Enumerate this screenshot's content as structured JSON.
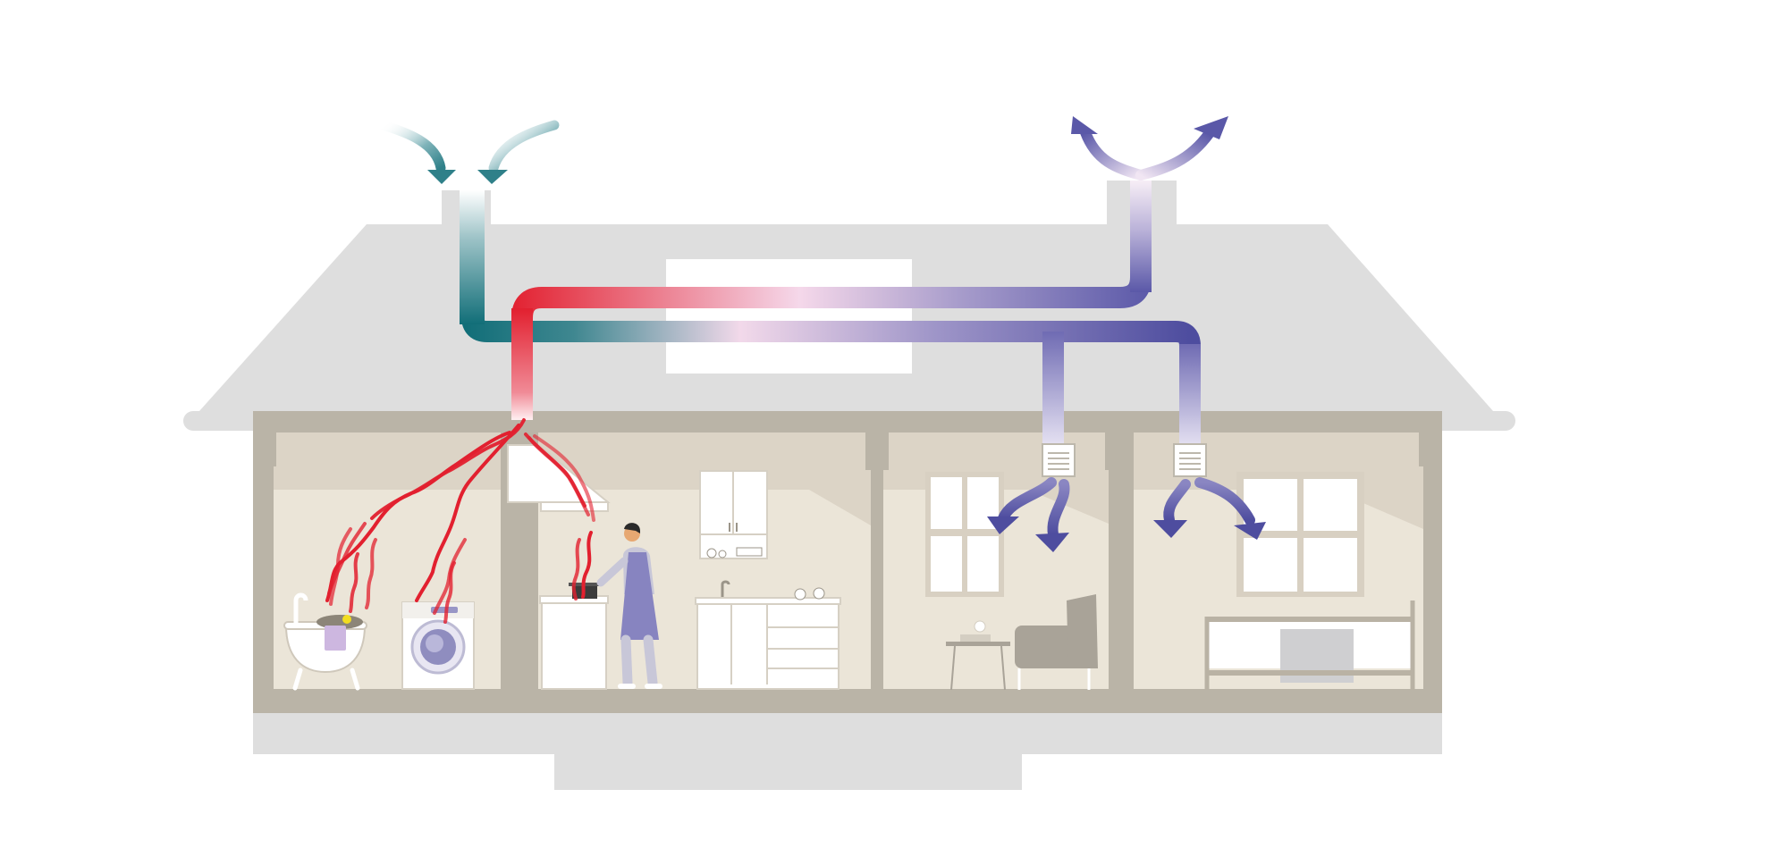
{
  "diagram": {
    "subject": "house-ventilation-heat-recovery",
    "colors": {
      "fresh_air": "#116e78",
      "extract_warm": "#e2202f",
      "mixed": "#f0d4e8",
      "supply_cool": "#5a58a8",
      "roof": "#dedede",
      "structure": "#bab4a7",
      "interior": "#ebe5d8",
      "interior_upper": "#dcd4c6"
    },
    "rooms": [
      "bathroom-laundry",
      "kitchen",
      "living-room",
      "bedroom"
    ],
    "flows": [
      {
        "name": "fresh-air-intake",
        "color": "fresh_air"
      },
      {
        "name": "warm-air-extract",
        "color": "extract_warm"
      },
      {
        "name": "exhaust-to-outside",
        "color": "supply_cool"
      },
      {
        "name": "supply-to-living-rooms",
        "color": "supply_cool"
      }
    ]
  }
}
